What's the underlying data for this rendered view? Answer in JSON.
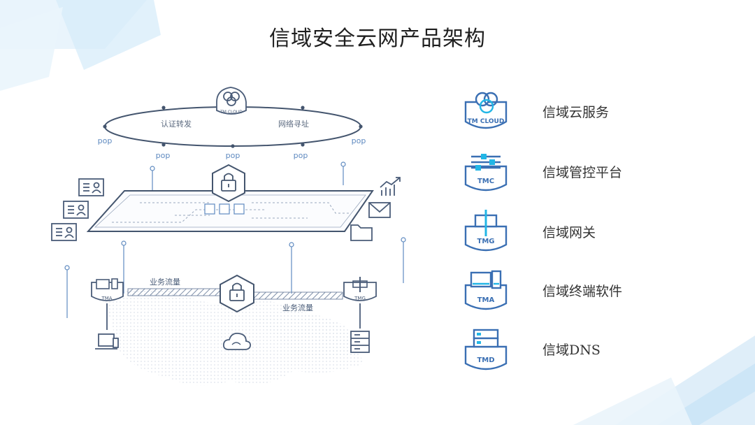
{
  "title": "信域安全云网产品架构",
  "diagram": {
    "cloud_badge": "TM CLOUD",
    "ring_labels": [
      "认证转发",
      "网络寻址"
    ],
    "pop_label": "pop",
    "traffic_label": "业务流量",
    "tma_badge": "TMA",
    "tmg_badge": "TMG"
  },
  "legend": [
    {
      "badge": "TM CLOUD",
      "label": "信域云服务",
      "icon": "cloud-swirl-icon"
    },
    {
      "badge": "TMC",
      "label": "信域管控平台",
      "icon": "control-sliders-icon"
    },
    {
      "badge": "TMG",
      "label": "信域网关",
      "icon": "gateway-icon"
    },
    {
      "badge": "TMA",
      "label": "信域终端软件",
      "icon": "terminal-devices-icon"
    },
    {
      "badge": "TMD",
      "label": "信域DNS",
      "icon": "dns-server-icon"
    }
  ],
  "colors": {
    "accent": "#3a6fb3",
    "light": "#22b6e6",
    "line": "#7d8ea8"
  }
}
